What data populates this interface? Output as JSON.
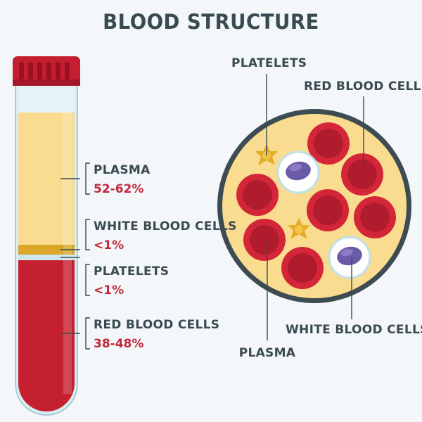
{
  "title": "BLOOD STRUCTURE",
  "tube_labels": [
    {
      "name": "PLASMA",
      "percent": "52-62%"
    },
    {
      "name": "WHITE BLOOD CELLS",
      "percent": "<1%"
    },
    {
      "name": "PLATELETS",
      "percent": "<1%"
    },
    {
      "name": "RED BLOOD CELLS",
      "percent": "38-48%"
    }
  ],
  "circle_labels": {
    "platelets": "PLATELETS",
    "red_blood_cells": "RED BLOOD CELLS",
    "white_blood_cells": "WHITE BLOOD CELLS",
    "plasma": "PLASMA"
  },
  "colors": {
    "background": "#f3f7fa",
    "text": "#3a4a51",
    "accent_red": "#c2283a",
    "plasma": "#f9dc90",
    "buffy_coat": "#d9a629",
    "blood": "#c5202f",
    "cap": "#c41e2f",
    "circle_border": "#3d4b52"
  }
}
